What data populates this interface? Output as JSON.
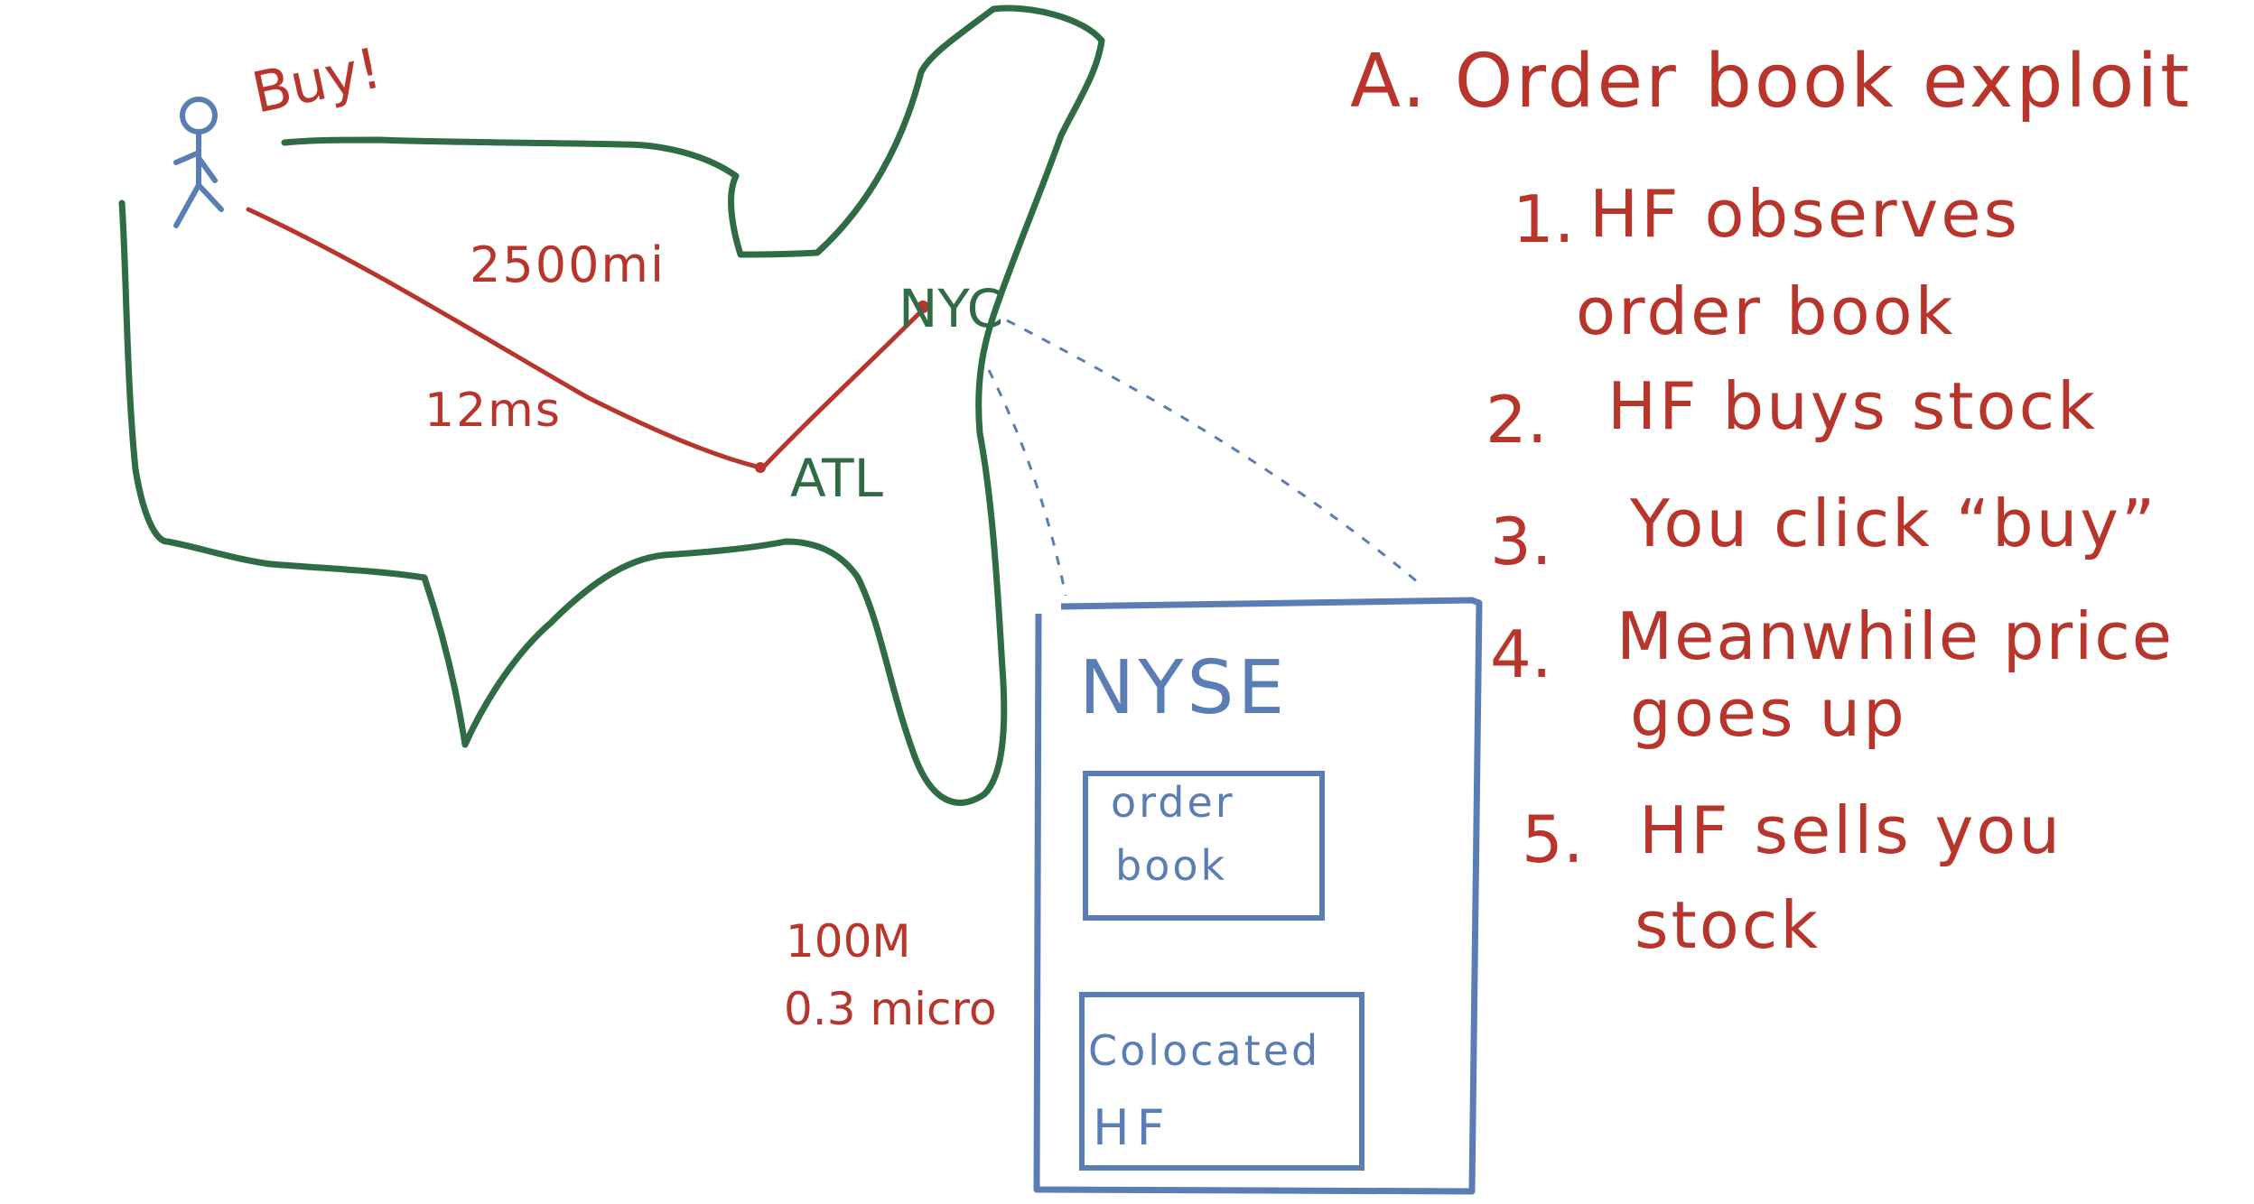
{
  "colors": {
    "red": "#b8352c",
    "green": "#2f6b45",
    "blue": "#5a7db6",
    "background": "#ffffff"
  },
  "map": {
    "person_shout": "Buy!",
    "distance": "2500mi",
    "latency": "12ms",
    "city_nyc": "NYC",
    "city_atl": "ATL",
    "colo_distance": "100M",
    "colo_latency": "0.3 micro"
  },
  "exchange": {
    "name": "NYSE",
    "order_book_line1": "order",
    "order_book_line2": "book",
    "colocated_line1": "Colocated",
    "colocated_line2": "HF"
  },
  "notes": {
    "title": "A. Order book exploit",
    "steps": [
      {
        "num": "1.",
        "line1": "HF observes",
        "line2": "order book"
      },
      {
        "num": "2.",
        "line1": "HF buys stock",
        "line2": ""
      },
      {
        "num": "3.",
        "line1": "You click “buy”",
        "line2": ""
      },
      {
        "num": "4.",
        "line1": "Meanwhile price",
        "line2": "goes up"
      },
      {
        "num": "5.",
        "line1": "HF sells you",
        "line2": "stock"
      }
    ]
  }
}
